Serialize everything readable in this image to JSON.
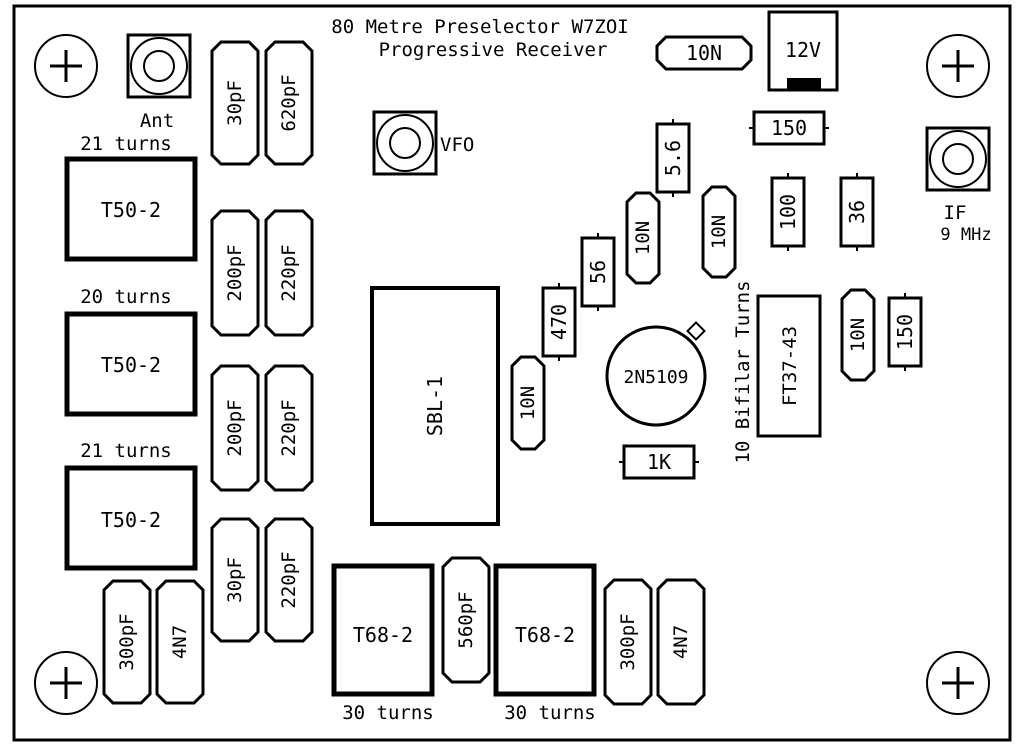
{
  "title": {
    "line1": "80 Metre Preselector W7ZOI",
    "line2": "Progressive Receiver"
  },
  "colors": {
    "ink": "#000000",
    "board": "#ffffff",
    "pad": "#000000"
  },
  "mounting_holes": [
    {
      "id": "mount-top-left",
      "icon": "plus-circle-icon"
    },
    {
      "id": "mount-top-right",
      "icon": "plus-circle-icon"
    },
    {
      "id": "mount-bottom-left",
      "icon": "plus-circle-icon"
    },
    {
      "id": "mount-bottom-right",
      "icon": "plus-circle-icon"
    }
  ],
  "connectors": [
    {
      "id": "ant",
      "label": "Ant"
    },
    {
      "id": "vfo",
      "label": "VFO"
    },
    {
      "id": "if",
      "label": "IF",
      "sublabel": "9 MHz"
    }
  ],
  "power": {
    "label": "12V"
  },
  "toroids": [
    {
      "id": "t1",
      "core": "T50-2",
      "turns": "21 turns"
    },
    {
      "id": "t2",
      "core": "T50-2",
      "turns": "20 turns"
    },
    {
      "id": "t3",
      "core": "T50-2",
      "turns": "21 turns"
    },
    {
      "id": "t4",
      "core": "T68-2",
      "turns": "30 turns"
    },
    {
      "id": "t5",
      "core": "T68-2",
      "turns": "30 turns"
    },
    {
      "id": "ft",
      "core": "FT37-43",
      "turns": "10 Bifilar Turns"
    }
  ],
  "mixer": {
    "label": "SBL-1"
  },
  "transistor": {
    "label": "2N5109"
  },
  "capacitors": [
    "30pF",
    "620pF",
    "200pF",
    "220pF",
    "200pF",
    "220pF",
    "30pF",
    "220pF",
    "300pF",
    "4N7",
    "560pF",
    "300pF",
    "4N7",
    "10N",
    "10N",
    "10N",
    "10N",
    "10N"
  ],
  "resistors": [
    "150",
    "5.6",
    "100",
    "36",
    "56",
    "470",
    "1K",
    "150"
  ]
}
